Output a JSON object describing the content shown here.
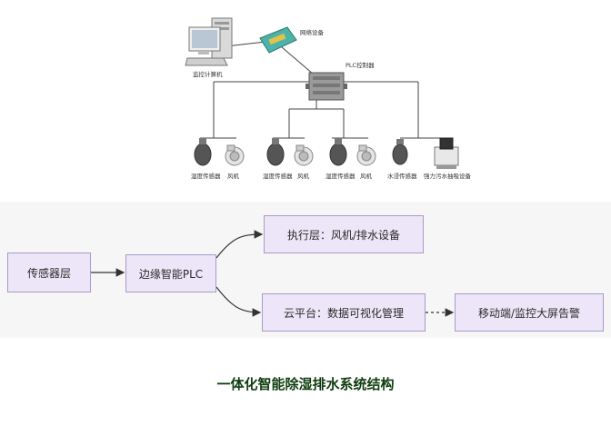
{
  "topology": {
    "monitor_pc": "监控计算机",
    "network_device": "网络设备",
    "plc_controller": "PLC控制器",
    "devices": [
      "湿度传感器",
      "风机",
      "湿度传感器",
      "风机",
      "湿度传感器",
      "风机",
      "水浸传感器",
      "强力污水抽吸设备"
    ]
  },
  "flow": {
    "sensor_layer": "传感器层",
    "edge_plc": "边缘智能PLC",
    "exec_layer": "执行层：风机/排水设备",
    "cloud": "云平台：数据可视化管理",
    "mobile": "移动端/监控大屏告警"
  },
  "caption": "一体化智能除湿排水系统结构",
  "colors": {
    "box_fill": "#ede6f8",
    "box_border": "#a99ac8",
    "caption": "#0f3d0f"
  }
}
